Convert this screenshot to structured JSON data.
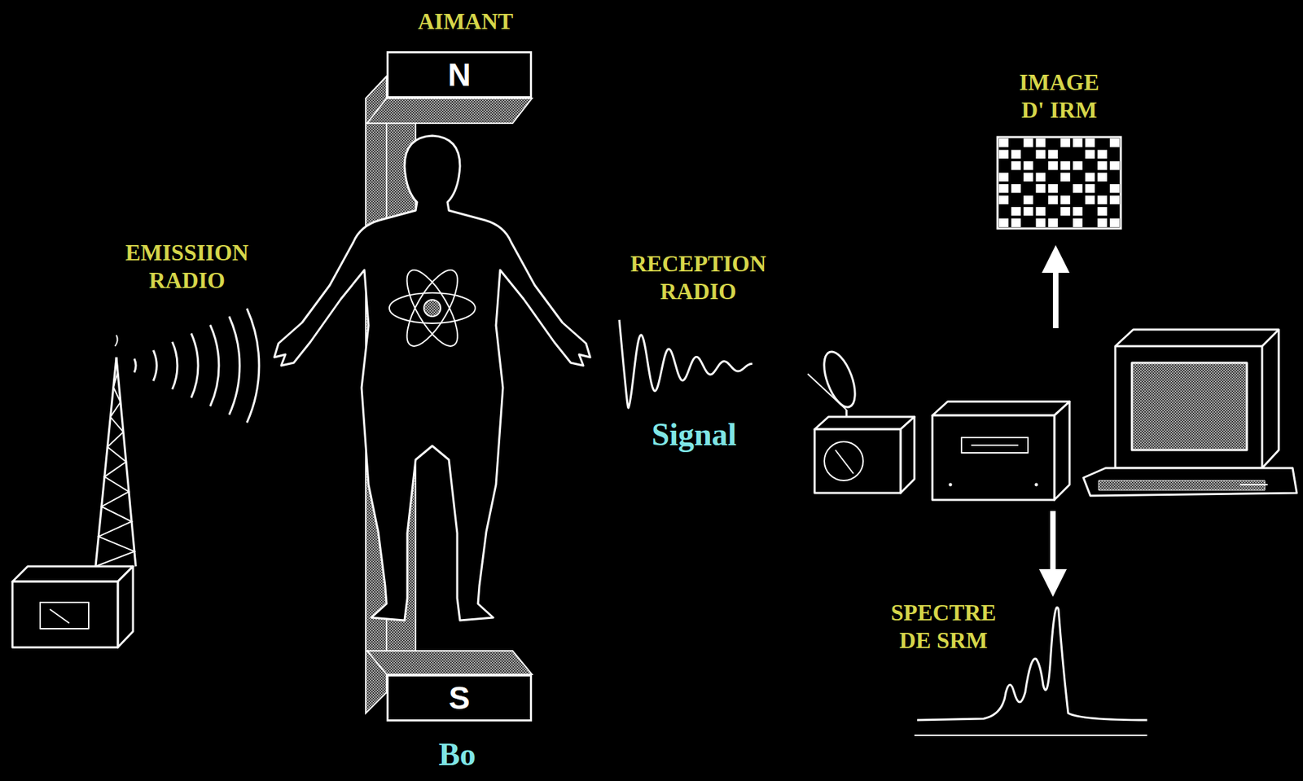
{
  "diagram": {
    "nodes": [
      {
        "text": [
          "N"
        ]
      },
      {
        "text": [
          "S"
        ]
      }
    ],
    "labels": [
      "AIMANT",
      "EMISSIION RADIO",
      "RECEPTION RADIO",
      "Signal",
      "IMAGE D' IRM",
      "SPECTRE DE SRM",
      "Bo"
    ]
  }
}
